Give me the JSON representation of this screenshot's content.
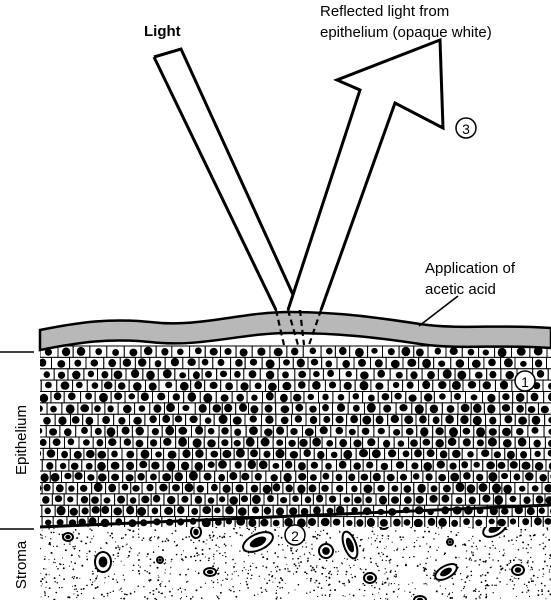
{
  "labels": {
    "light": "Light",
    "reflected_line1": "Reflected light from",
    "reflected_line2": "epithelium (opaque white)",
    "acetic_line1": "Application of",
    "acetic_line2": "acetic acid",
    "epithelium": "Epithelium",
    "stroma": "Stroma",
    "marker1": "1",
    "marker2": "2",
    "marker3": "3"
  },
  "colors": {
    "line": "#000000",
    "acetic_layer": "#b8b8b8",
    "cell_fill": "#ffffff",
    "background": "#ffffff"
  }
}
